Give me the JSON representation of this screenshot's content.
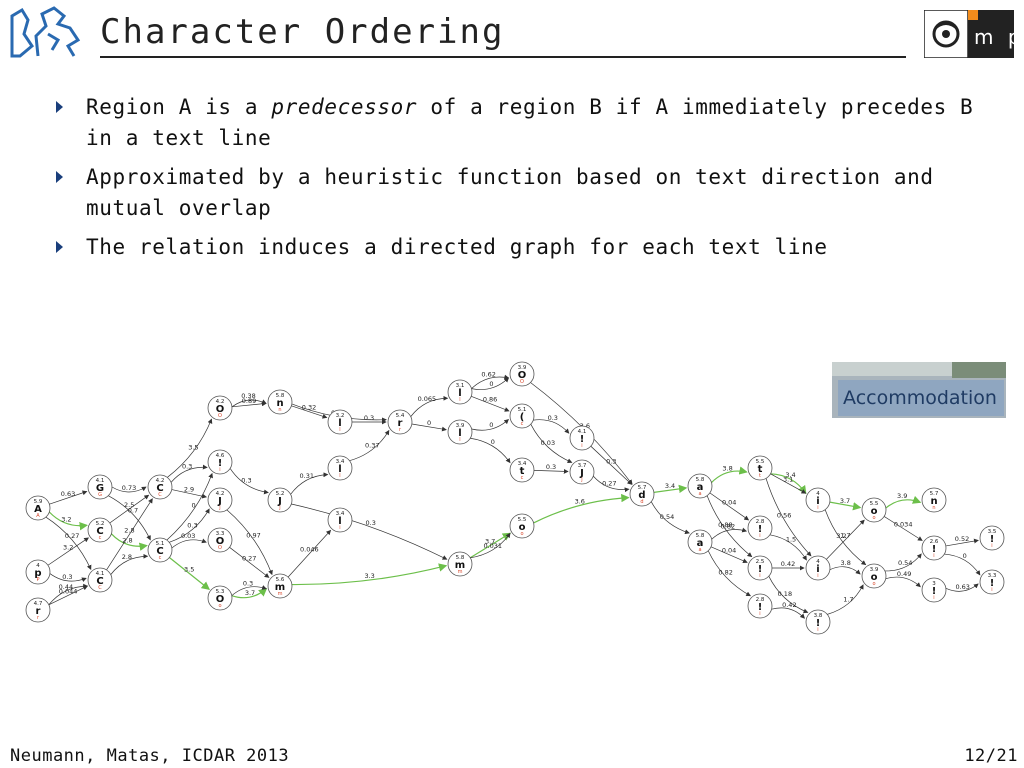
{
  "slide": {
    "title": "Character Ordering",
    "bullets": [
      {
        "pre": "Region A is a ",
        "emph": "predecessor",
        "post": " of a region B if A immediately precedes B in a text line"
      },
      {
        "pre": "Approximated by a heuristic function based on text direction and mutual overlap",
        "emph": "",
        "post": ""
      },
      {
        "pre": "The relation induces a directed graph for each text line",
        "emph": "",
        "post": ""
      }
    ],
    "footer_left": "Neumann, Matas, ICDAR 2013",
    "footer_right": "12/21"
  },
  "logos": {
    "right_text": "m p"
  },
  "photo": {
    "text": "Accommodation"
  },
  "colors": {
    "bullet_arrow": "#1a3f7c",
    "node_stroke": "#555555",
    "edge": "#333333",
    "highlight_edge": "#6cbf4a",
    "node_label_red": "#d9472b",
    "logo_blue": "#2a6ab1",
    "logo_orange": "#f28c1c"
  },
  "graph": {
    "nodes": [
      {
        "id": "A",
        "score": "5.9",
        "glyph": "A",
        "label": "A"
      },
      {
        "id": "p",
        "score": "4",
        "glyph": "p",
        "label": "P"
      },
      {
        "id": "r1",
        "score": "4.7",
        "glyph": "r",
        "label": "r"
      },
      {
        "id": "G",
        "score": "4.1",
        "glyph": "G",
        "label": "G"
      },
      {
        "id": "c1",
        "score": "5.2",
        "glyph": "C",
        "label": "c"
      },
      {
        "id": "C1",
        "score": "4.1",
        "glyph": "C",
        "label": "C"
      },
      {
        "id": "C2",
        "score": "4.2",
        "glyph": "C",
        "label": "C"
      },
      {
        "id": "c2",
        "score": "5.1",
        "glyph": "C",
        "label": "c"
      },
      {
        "id": "O1",
        "score": "4.2",
        "glyph": "O",
        "label": "O"
      },
      {
        "id": "i1",
        "score": "4.6",
        "glyph": "!",
        "label": "i"
      },
      {
        "id": "j1",
        "score": "4.2",
        "glyph": "J",
        "label": "j"
      },
      {
        "id": "O2",
        "score": "3.3",
        "glyph": "O",
        "label": "O"
      },
      {
        "id": "o1",
        "score": "5.3",
        "glyph": "O",
        "label": "o"
      },
      {
        "id": "n1",
        "score": "5.8",
        "glyph": "n",
        "label": "n"
      },
      {
        "id": "j2",
        "score": "5.2",
        "glyph": "J",
        "label": "j"
      },
      {
        "id": "m1",
        "score": "5.6",
        "glyph": "m",
        "label": "m"
      },
      {
        "id": "l1",
        "score": "3.2",
        "glyph": "l",
        "label": "l"
      },
      {
        "id": "l2",
        "score": "3.4",
        "glyph": "l",
        "label": "l"
      },
      {
        "id": "l3",
        "score": "3.4",
        "glyph": "l",
        "label": "i"
      },
      {
        "id": "r2",
        "score": "5.4",
        "glyph": "r",
        "label": "r"
      },
      {
        "id": "l4",
        "score": "3.1",
        "glyph": "l",
        "label": "l"
      },
      {
        "id": "l5",
        "score": "3.9",
        "glyph": "l",
        "label": "l"
      },
      {
        "id": "O3",
        "score": "3.9",
        "glyph": "O",
        "label": "O"
      },
      {
        "id": "c3",
        "score": "5.1",
        "glyph": "(",
        "label": "c"
      },
      {
        "id": "c4",
        "score": "3.4",
        "glyph": "t",
        "label": "c"
      },
      {
        "id": "o2",
        "score": "5.5",
        "glyph": "o",
        "label": "o"
      },
      {
        "id": "m2",
        "score": "5.8",
        "glyph": "m",
        "label": "m"
      },
      {
        "id": "i2",
        "score": "4.1",
        "glyph": "!",
        "label": "i"
      },
      {
        "id": "j3",
        "score": "3.7",
        "glyph": "J",
        "label": "j"
      },
      {
        "id": "d1",
        "score": "5.7",
        "glyph": "d",
        "label": "d"
      },
      {
        "id": "a1",
        "score": "5.8",
        "glyph": "a",
        "label": "a"
      },
      {
        "id": "a2",
        "score": "5.8",
        "glyph": "a",
        "label": "a"
      },
      {
        "id": "t1",
        "score": "5.5",
        "glyph": "t",
        "label": "t"
      },
      {
        "id": "i3",
        "score": "2.8",
        "glyph": "!",
        "label": "i"
      },
      {
        "id": "i4",
        "score": "2.5",
        "glyph": "!",
        "label": "i"
      },
      {
        "id": "i5",
        "score": "2.8",
        "glyph": "!",
        "label": "i"
      },
      {
        "id": "i6",
        "score": "4",
        "glyph": "i",
        "label": "i"
      },
      {
        "id": "i7",
        "score": "4",
        "glyph": "i",
        "label": "i"
      },
      {
        "id": "i8",
        "score": "3.8",
        "glyph": "!",
        "label": "i"
      },
      {
        "id": "o3",
        "score": "5.5",
        "glyph": "o",
        "label": "o"
      },
      {
        "id": "o4",
        "score": "3.9",
        "glyph": "o",
        "label": "o"
      },
      {
        "id": "n2",
        "score": "5.7",
        "glyph": "n",
        "label": "n"
      },
      {
        "id": "i9",
        "score": "2.6",
        "glyph": "!",
        "label": "i"
      },
      {
        "id": "i10",
        "score": "3",
        "glyph": "!",
        "label": "i"
      },
      {
        "id": "i11",
        "score": "3.5",
        "glyph": "!",
        "label": "i"
      },
      {
        "id": "i12",
        "score": "3.3",
        "glyph": "!",
        "label": "i"
      }
    ],
    "edges": [
      {
        "from": "A",
        "to": "G",
        "w": "0.63"
      },
      {
        "from": "A",
        "to": "c1",
        "w": "3.2",
        "hl": true
      },
      {
        "from": "A",
        "to": "C1",
        "w": "0.27"
      },
      {
        "from": "p",
        "to": "c1",
        "w": "3.2"
      },
      {
        "from": "p",
        "to": "C1",
        "w": "0.3"
      },
      {
        "from": "r1",
        "to": "C1",
        "w": "0.44"
      },
      {
        "from": "r1",
        "to": "C1",
        "w": "0.044"
      },
      {
        "from": "G",
        "to": "C2",
        "w": "0.73"
      },
      {
        "from": "G",
        "to": "c2",
        "w": "0.7"
      },
      {
        "from": "c1",
        "to": "C2",
        "w": "2.5"
      },
      {
        "from": "c1",
        "to": "c2",
        "w": "2.8",
        "hl": true
      },
      {
        "from": "C1",
        "to": "c2",
        "w": "2.8"
      },
      {
        "from": "C1",
        "to": "C2",
        "w": "2.8"
      },
      {
        "from": "C2",
        "to": "O1",
        "w": "3.5"
      },
      {
        "from": "C2",
        "to": "i1",
        "w": "0.3"
      },
      {
        "from": "C2",
        "to": "j1",
        "w": "2.9"
      },
      {
        "from": "c2",
        "to": "j1",
        "w": "0.3"
      },
      {
        "from": "c2",
        "to": "O2",
        "w": "0.03"
      },
      {
        "from": "c2",
        "to": "o1",
        "w": "3.5",
        "hl": true
      },
      {
        "from": "c2",
        "to": "i1",
        "w": "0"
      },
      {
        "from": "O1",
        "to": "n1",
        "w": "0.38"
      },
      {
        "from": "O1",
        "to": "n1",
        "w": "0.89"
      },
      {
        "from": "i1",
        "to": "j2",
        "w": "0.3"
      },
      {
        "from": "j1",
        "to": "m1",
        "w": "0.97"
      },
      {
        "from": "O2",
        "to": "m1",
        "w": "0.27"
      },
      {
        "from": "o1",
        "to": "m1",
        "w": "3.7",
        "hl": true
      },
      {
        "from": "o1",
        "to": "m1",
        "w": "0.3"
      },
      {
        "from": "n1",
        "to": "l1",
        "w": "0.32"
      },
      {
        "from": "n1",
        "to": "r2",
        "w": "0.75"
      },
      {
        "from": "j2",
        "to": "l2",
        "w": "0.31"
      },
      {
        "from": "m1",
        "to": "l3",
        "w": "0.046"
      },
      {
        "from": "m1",
        "to": "m2",
        "w": "3.3",
        "hl": true
      },
      {
        "from": "j2",
        "to": "m2",
        "w": "0.3"
      },
      {
        "from": "l1",
        "to": "r2",
        "w": "0.3"
      },
      {
        "from": "l2",
        "to": "r2",
        "w": "0.37"
      },
      {
        "from": "r2",
        "to": "l4",
        "w": "0.065"
      },
      {
        "from": "r2",
        "to": "l5",
        "w": "0"
      },
      {
        "from": "l4",
        "to": "O3",
        "w": "0"
      },
      {
        "from": "l4",
        "to": "O3",
        "w": "0.62"
      },
      {
        "from": "l4",
        "to": "c3",
        "w": "0.86"
      },
      {
        "from": "l5",
        "to": "c3",
        "w": "0"
      },
      {
        "from": "l5",
        "to": "c4",
        "w": "0"
      },
      {
        "from": "m2",
        "to": "o2",
        "w": "3.7",
        "hl": true
      },
      {
        "from": "m2",
        "to": "o2",
        "w": "0.031"
      },
      {
        "from": "c3",
        "to": "i2",
        "w": "0.3"
      },
      {
        "from": "c4",
        "to": "j3",
        "w": "0.3"
      },
      {
        "from": "c3",
        "to": "j3",
        "w": "0.03"
      },
      {
        "from": "O3",
        "to": "d1",
        "w": "3.6"
      },
      {
        "from": "i2",
        "to": "d1",
        "w": "0.3"
      },
      {
        "from": "j3",
        "to": "d1",
        "w": "0.27"
      },
      {
        "from": "o2",
        "to": "d1",
        "w": "3.6",
        "hl": true
      },
      {
        "from": "d1",
        "to": "a1",
        "w": "3.4",
        "hl": true
      },
      {
        "from": "d1",
        "to": "a2",
        "w": "0.54"
      },
      {
        "from": "a1",
        "to": "t1",
        "w": "3.8",
        "hl": true
      },
      {
        "from": "a1",
        "to": "i3",
        "w": "0.04"
      },
      {
        "from": "a1",
        "to": "i4",
        "w": "0.88"
      },
      {
        "from": "a2",
        "to": "i3",
        "w": "0.82"
      },
      {
        "from": "a2",
        "to": "i4",
        "w": "0.04"
      },
      {
        "from": "a2",
        "to": "i5",
        "w": "0.82"
      },
      {
        "from": "t1",
        "to": "i6",
        "w": "3.4",
        "hl": true
      },
      {
        "from": "t1",
        "to": "i6",
        "w": "3.1"
      },
      {
        "from": "t1",
        "to": "i7",
        "w": "0.56"
      },
      {
        "from": "i3",
        "to": "i7",
        "w": "1.5"
      },
      {
        "from": "i4",
        "to": "i7",
        "w": "0.42"
      },
      {
        "from": "i4",
        "to": "i8",
        "w": "0.18"
      },
      {
        "from": "i5",
        "to": "i8",
        "w": "0.42"
      },
      {
        "from": "i6",
        "to": "o3",
        "w": "3.7",
        "hl": true
      },
      {
        "from": "i6",
        "to": "o4",
        "w": "3.2"
      },
      {
        "from": "i7",
        "to": "o4",
        "w": "3.8"
      },
      {
        "from": "i7",
        "to": "o3",
        "w": "1.7"
      },
      {
        "from": "i8",
        "to": "o4",
        "w": "1.7"
      },
      {
        "from": "o3",
        "to": "n2",
        "w": "3.9",
        "hl": true
      },
      {
        "from": "o3",
        "to": "i9",
        "w": "0.034"
      },
      {
        "from": "o4",
        "to": "i9",
        "w": "0.54"
      },
      {
        "from": "o4",
        "to": "i10",
        "w": "0.49"
      },
      {
        "from": "i9",
        "to": "i11",
        "w": "0.52"
      },
      {
        "from": "i10",
        "to": "i12",
        "w": "0.63"
      },
      {
        "from": "i9",
        "to": "i12",
        "w": "0"
      }
    ]
  }
}
